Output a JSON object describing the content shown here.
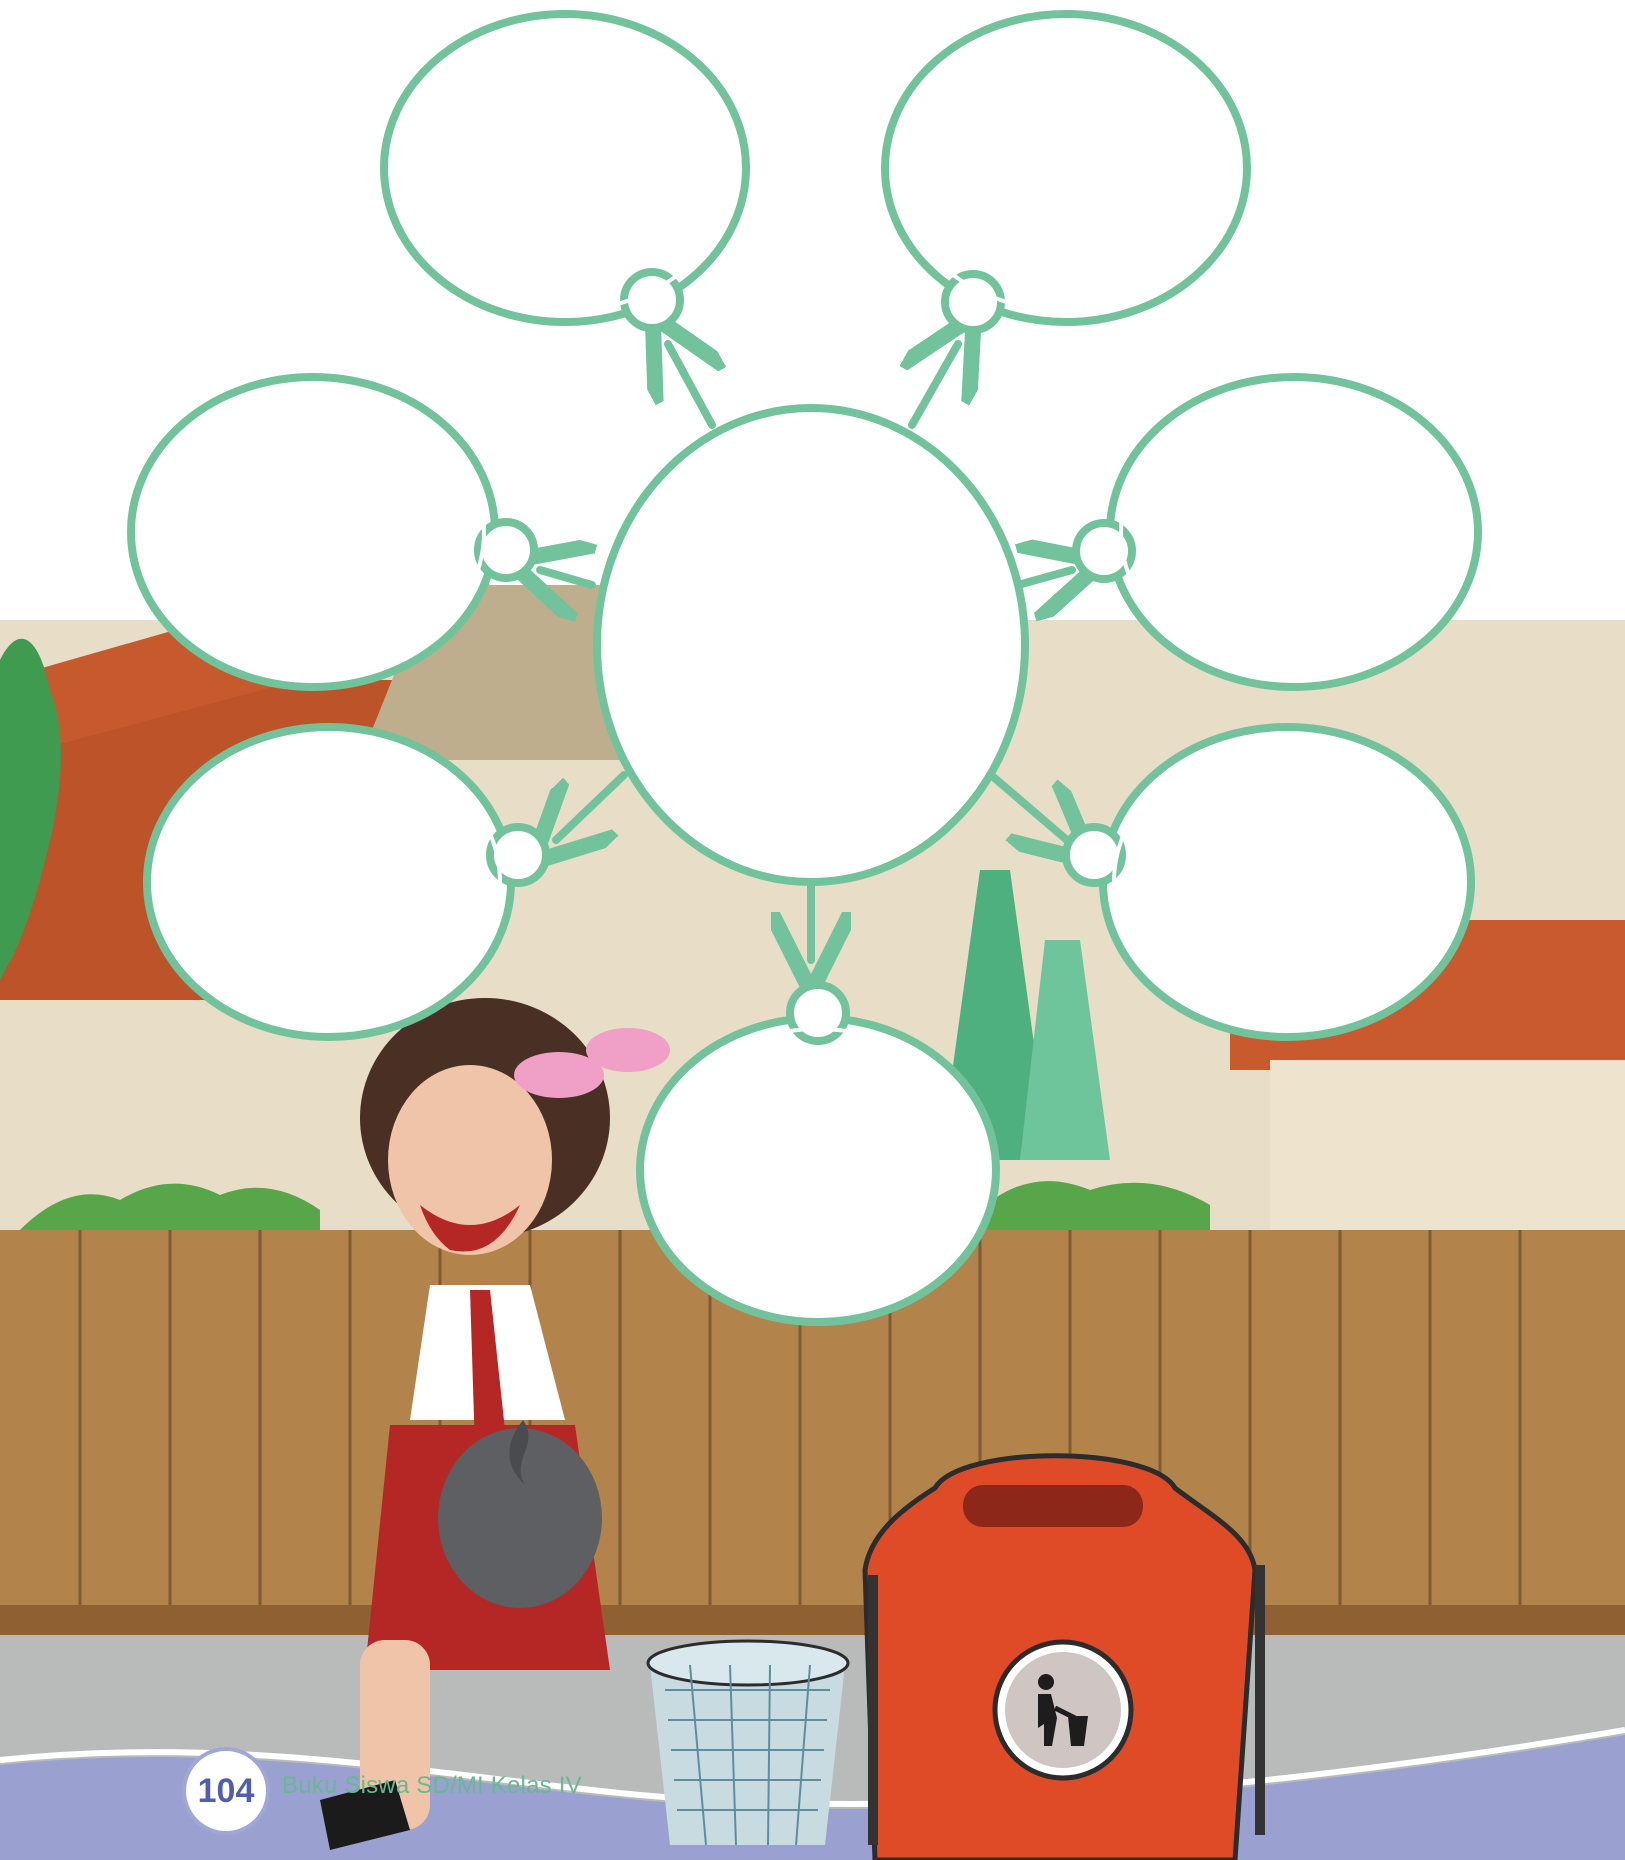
{
  "footer": {
    "page_number": "104",
    "book_title": "Buku Siswa SD/MI Kelas IV"
  },
  "illustration": {
    "colors": {
      "bubble_border": "#72c39c",
      "fence": "#b2844c",
      "roof": "#bf5328",
      "road": "#b9bbbb",
      "trash_bin": "#de4b26",
      "footer_band": "#9aa1d1"
    },
    "bubble_count": 8,
    "icon_names": [
      "trash-sign-icon"
    ]
  }
}
